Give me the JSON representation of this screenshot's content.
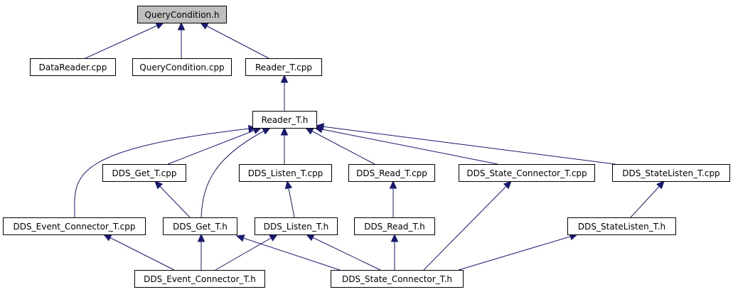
{
  "graph": {
    "colors": {
      "edge": "#191970",
      "node_border": "#000000",
      "node_fill": "#ffffff",
      "focus_fill": "#bfbfbf"
    },
    "nodes": [
      {
        "id": "querycondition_h",
        "label": "QueryCondition.h",
        "focus": true
      },
      {
        "id": "datareader_cpp",
        "label": "DataReader.cpp"
      },
      {
        "id": "querycondition_cpp",
        "label": "QueryCondition.cpp"
      },
      {
        "id": "reader_t_cpp",
        "label": "Reader_T.cpp"
      },
      {
        "id": "reader_t_h",
        "label": "Reader_T.h"
      },
      {
        "id": "dds_get_t_cpp",
        "label": "DDS_Get_T.cpp"
      },
      {
        "id": "dds_listen_t_cpp",
        "label": "DDS_Listen_T.cpp"
      },
      {
        "id": "dds_read_t_cpp",
        "label": "DDS_Read_T.cpp"
      },
      {
        "id": "dds_state_connector_t_cpp",
        "label": "DDS_State_Connector_T.cpp"
      },
      {
        "id": "dds_statelisten_t_cpp",
        "label": "DDS_StateListen_T.cpp"
      },
      {
        "id": "dds_event_connector_t_cpp",
        "label": "DDS_Event_Connector_T.cpp"
      },
      {
        "id": "dds_get_t_h",
        "label": "DDS_Get_T.h"
      },
      {
        "id": "dds_listen_t_h",
        "label": "DDS_Listen_T.h"
      },
      {
        "id": "dds_read_t_h",
        "label": "DDS_Read_T.h"
      },
      {
        "id": "dds_statelisten_t_h",
        "label": "DDS_StateListen_T.h"
      },
      {
        "id": "dds_event_connector_t_h",
        "label": "DDS_Event_Connector_T.h"
      },
      {
        "id": "dds_state_connector_t_h",
        "label": "DDS_State_Connector_T.h"
      }
    ],
    "edges": [
      {
        "from": "datareader_cpp",
        "to": "querycondition_h"
      },
      {
        "from": "querycondition_cpp",
        "to": "querycondition_h"
      },
      {
        "from": "reader_t_cpp",
        "to": "querycondition_h"
      },
      {
        "from": "reader_t_h",
        "to": "reader_t_cpp"
      },
      {
        "from": "dds_event_connector_t_cpp",
        "to": "reader_t_h"
      },
      {
        "from": "dds_get_t_cpp",
        "to": "reader_t_h"
      },
      {
        "from": "dds_get_t_h",
        "to": "reader_t_h"
      },
      {
        "from": "dds_listen_t_cpp",
        "to": "reader_t_h"
      },
      {
        "from": "dds_read_t_cpp",
        "to": "reader_t_h"
      },
      {
        "from": "dds_state_connector_t_cpp",
        "to": "reader_t_h"
      },
      {
        "from": "dds_statelisten_t_cpp",
        "to": "reader_t_h"
      },
      {
        "from": "dds_get_t_h",
        "to": "dds_get_t_cpp"
      },
      {
        "from": "dds_listen_t_h",
        "to": "dds_listen_t_cpp"
      },
      {
        "from": "dds_read_t_h",
        "to": "dds_read_t_cpp"
      },
      {
        "from": "dds_state_connector_t_h",
        "to": "dds_state_connector_t_cpp"
      },
      {
        "from": "dds_statelisten_t_h",
        "to": "dds_statelisten_t_cpp"
      },
      {
        "from": "dds_event_connector_t_h",
        "to": "dds_event_connector_t_cpp"
      },
      {
        "from": "dds_event_connector_t_h",
        "to": "dds_get_t_h"
      },
      {
        "from": "dds_state_connector_t_h",
        "to": "dds_get_t_h"
      },
      {
        "from": "dds_event_connector_t_h",
        "to": "dds_listen_t_h"
      },
      {
        "from": "dds_state_connector_t_h",
        "to": "dds_listen_t_h"
      },
      {
        "from": "dds_state_connector_t_h",
        "to": "dds_read_t_h"
      },
      {
        "from": "dds_state_connector_t_h",
        "to": "dds_statelisten_t_h"
      }
    ]
  }
}
